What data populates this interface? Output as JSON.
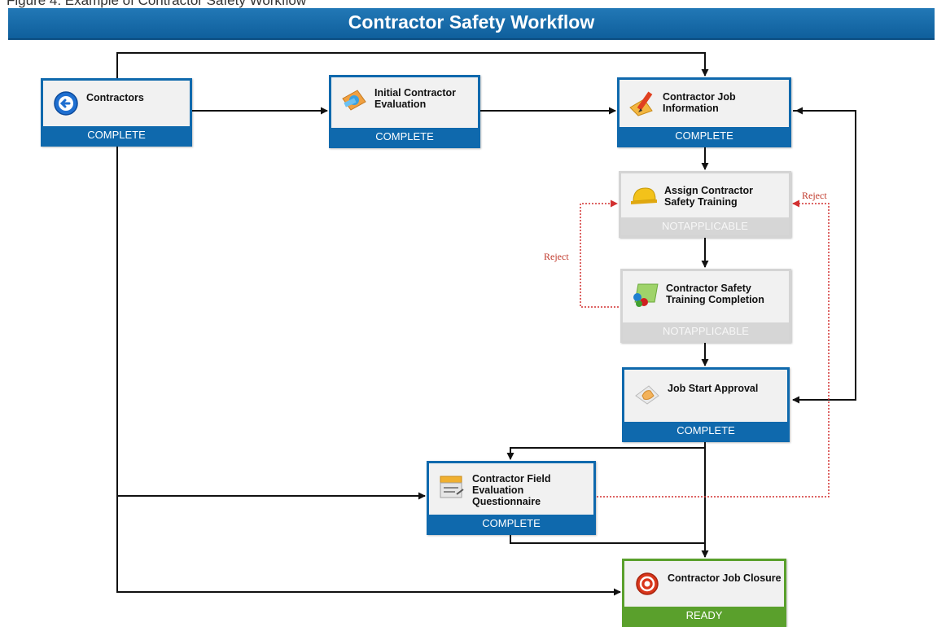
{
  "page": {
    "cut_caption": "Figure 4: Example of Contractor Safety Workflow",
    "title": "Contractor Safety Workflow"
  },
  "nodes": {
    "contractors": {
      "label": "Contractors",
      "status": "COMPLETE",
      "icon": "arrow-circle-icon"
    },
    "initial_evaluation": {
      "label": "Initial Contractor Evaluation",
      "status": "COMPLETE",
      "icon": "evaluation-icon"
    },
    "job_information": {
      "label": "Contractor Job Information",
      "status": "COMPLETE",
      "icon": "clipboard-pencil-icon"
    },
    "assign_training": {
      "label": "Assign Contractor Safety Training",
      "status": "NOTAPPLICABLE",
      "icon": "hard-hat-icon"
    },
    "training_completion": {
      "label": "Contractor Safety Training Completion",
      "status": "NOTAPPLICABLE",
      "icon": "training-chart-icon"
    },
    "job_start_approval": {
      "label": "Job Start Approval",
      "status": "COMPLETE",
      "icon": "approval-hand-icon"
    },
    "field_evaluation": {
      "label": "Contractor Field Evaluation Questionnaire",
      "status": "COMPLETE",
      "icon": "calendar-form-icon"
    },
    "job_closure": {
      "label": "Contractor Job Closure",
      "status": "READY",
      "icon": "stop-circle-icon"
    }
  },
  "reject_labels": [
    "Reject",
    "Reject"
  ],
  "colors": {
    "complete": "#0f69ad",
    "not_applicable": "#d6d6d6",
    "ready": "#5aa02c",
    "reject_line": "#d23030",
    "connector": "#111111"
  }
}
